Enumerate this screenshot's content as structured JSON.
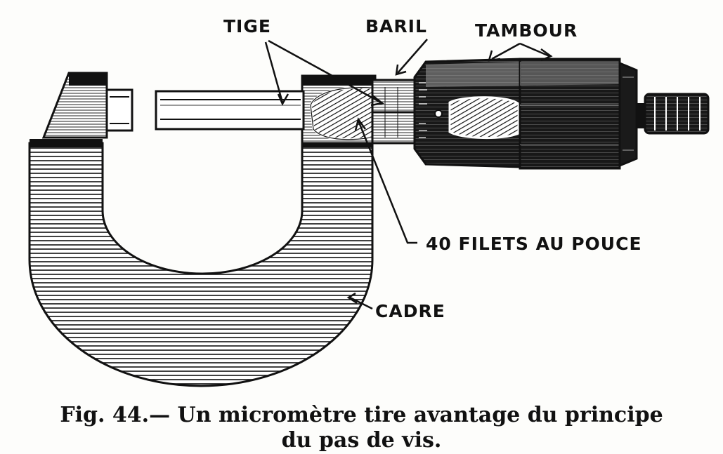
{
  "labels": {
    "tige": "TIGE",
    "baril": "BARIL",
    "tambour": "TAMBOUR",
    "filets": "40 FILETS AU POUCE",
    "cadre": "CADRE"
  },
  "caption": {
    "line1": "Fig. 44.— Un micromètre tire avantage du principe",
    "line2": "du pas de vis."
  },
  "colors": {
    "ink": "#111111",
    "paper": "#fdfdfb"
  }
}
